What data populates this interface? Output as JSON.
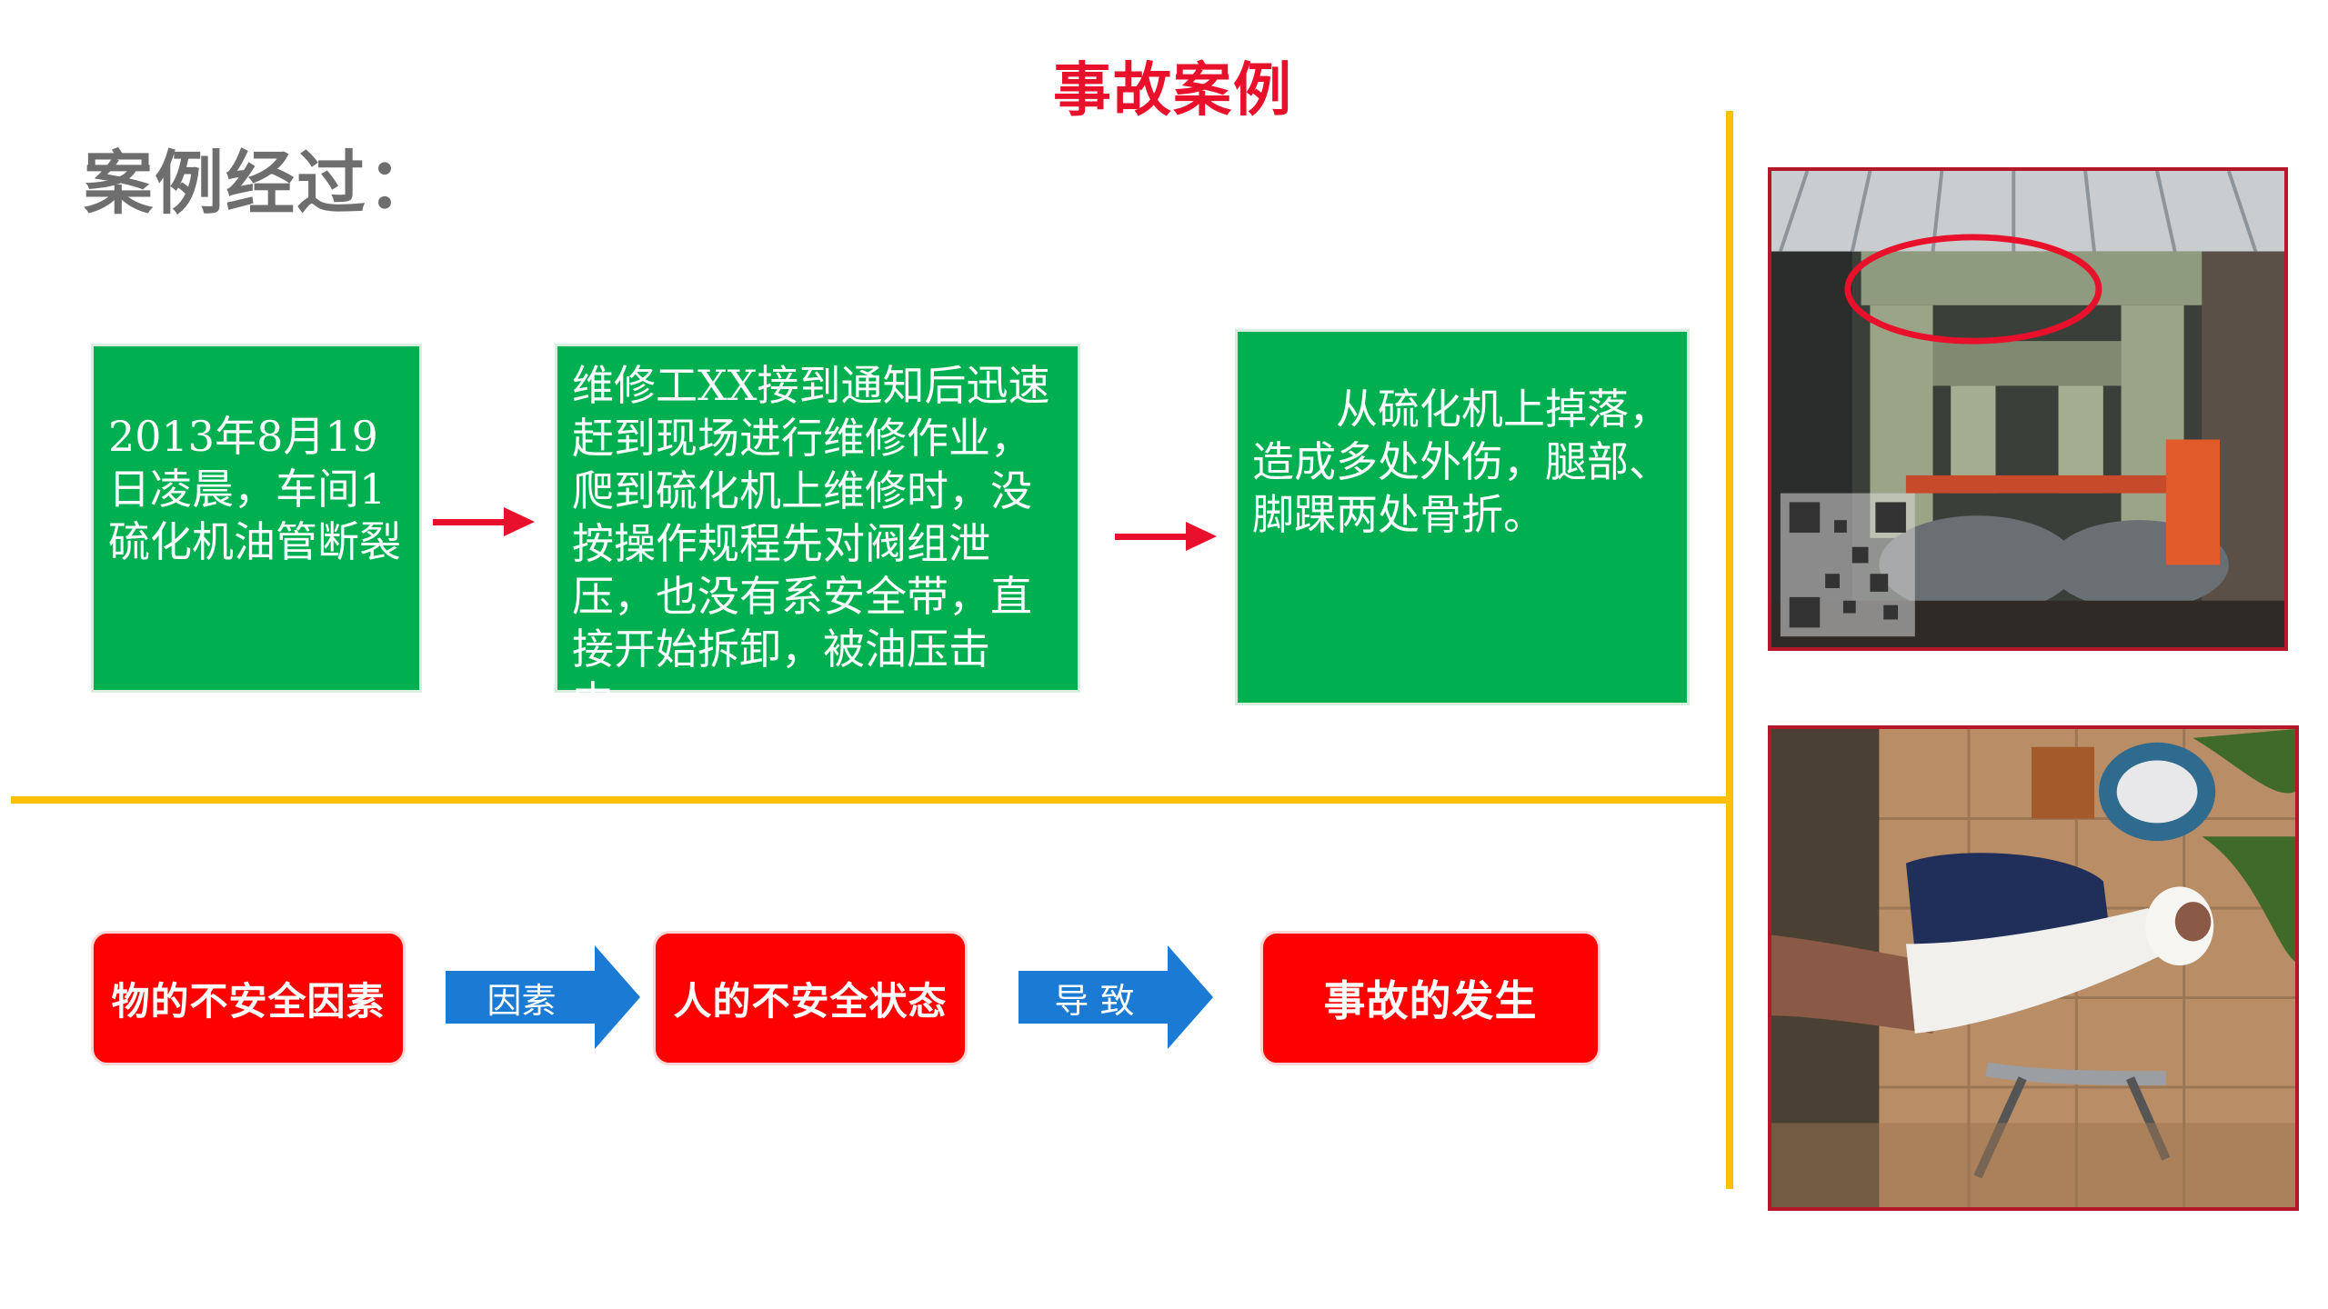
{
  "slide": {
    "title": "事故案例",
    "section_label": "案例经过：",
    "steps": [
      "2013年8月19日凌晨，车间1硫化机油管断裂",
      "维修工XX接到通知后迅速赶到现场进行维修作业，爬到硫化机上维修时，没按操作规程先对阀组泄压，也没有系安全带，直接开始拆卸，被油压击中。",
      "从硫化机上掉落，造成多处外伤，腿部、脚踝两处骨折。"
    ],
    "causes": [
      "物的不安全因素",
      "人的不安全状态",
      "事故的发生"
    ],
    "connectors": [
      "因素",
      "导 致"
    ],
    "colors": {
      "title_red": "#e8102a",
      "green_box": "#00b050",
      "cause_red": "#ff0000",
      "arrow_blue": "#1a7ad4",
      "divider_yellow": "#ffc000"
    }
  }
}
